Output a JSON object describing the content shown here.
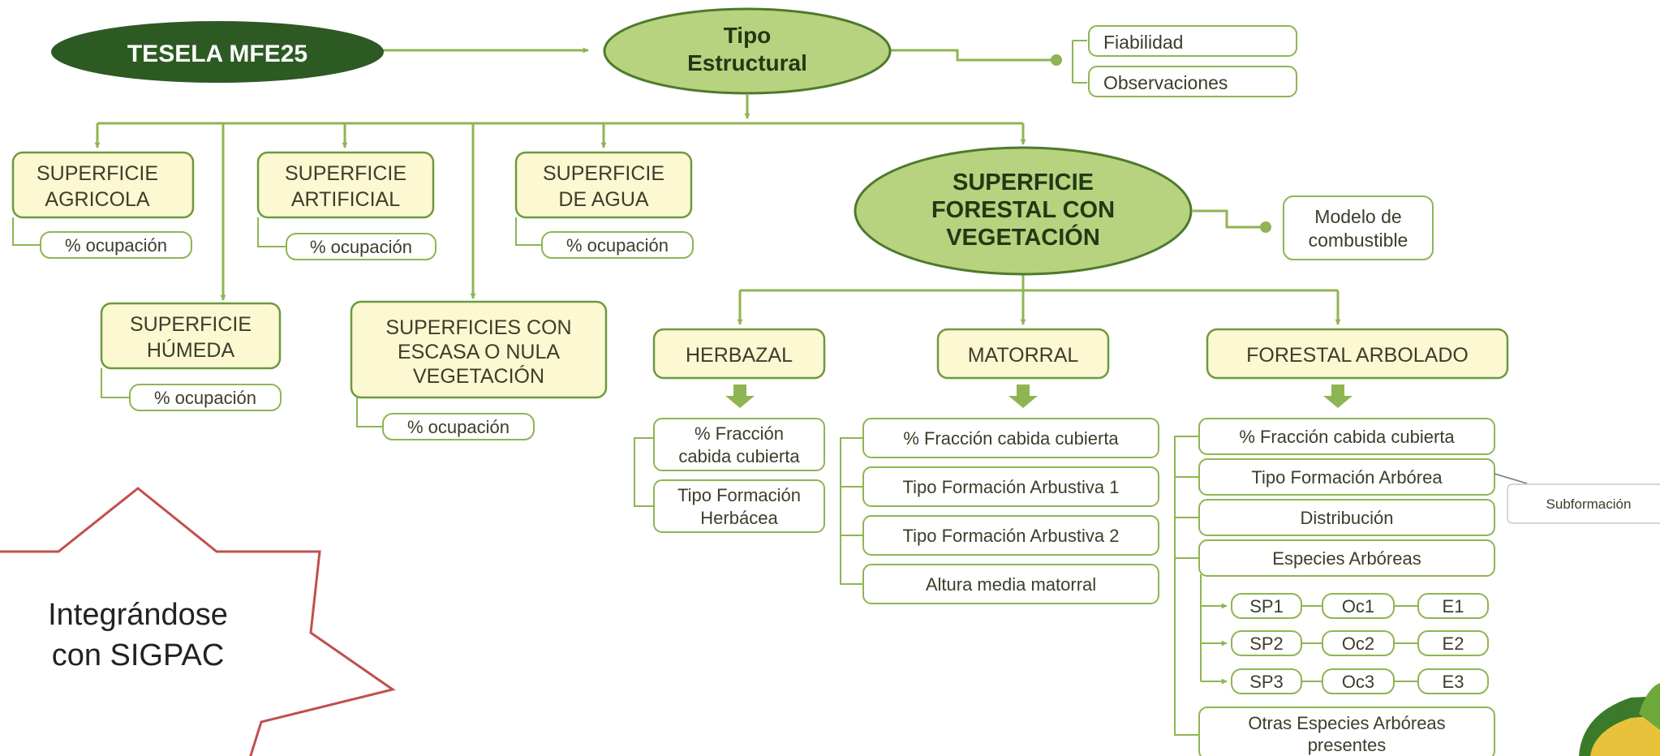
{
  "colors": {
    "line": "#8fb552",
    "box_fill": "#fbf8d2",
    "box_border": "#6c9a3e",
    "pill_fill": "#ffffff",
    "pill_border": "#8fb552",
    "text": "#3d3d2b",
    "dark_oval": "#2d5a23",
    "light_oval": "#b7d380",
    "oval_border": "#4e7a2c",
    "star_border": "#c0504d",
    "side_box_border": "#c9c9c9"
  },
  "root": {
    "label": "TESELA MFE25"
  },
  "tipo": {
    "line1": "Tipo",
    "line2": "Estructural"
  },
  "fiabilidad": "Fiabilidad",
  "observaciones": "Observaciones",
  "agricola": {
    "line1": "SUPERFICIE",
    "line2": "AGRICOLA",
    "pill": "% ocupación"
  },
  "artificial": {
    "line1": "SUPERFICIE",
    "line2": "ARTIFICIAL",
    "pill": "% ocupación"
  },
  "agua": {
    "line1": "SUPERFICIE",
    "line2": "DE AGUA",
    "pill": "% ocupación"
  },
  "humeda": {
    "line1": "SUPERFICIE",
    "line2": "HÚMEDA",
    "pill": "% ocupación"
  },
  "escasa": {
    "line1": "SUPERFICIES CON",
    "line2": "ESCASA O NULA",
    "line3": "VEGETACIÓN",
    "pill": "% ocupación"
  },
  "forestal": {
    "line1": "SUPERFICIE",
    "line2": "FORESTAL CON",
    "line3": "VEGETACIÓN"
  },
  "modelo": {
    "line1": "Modelo de",
    "line2": "combustible"
  },
  "herbazal": {
    "label": "HERBAZAL",
    "fcc": {
      "line1": "% Fracción",
      "line2": "cabida cubierta"
    },
    "tipo": {
      "line1": "Tipo Formación",
      "line2": "Herbácea"
    }
  },
  "matorral": {
    "label": "MATORRAL",
    "items": [
      "% Fracción cabida cubierta",
      "Tipo Formación Arbustiva 1",
      "Tipo Formación Arbustiva 2",
      "Altura media matorral"
    ]
  },
  "arbolado": {
    "label": "FORESTAL ARBOLADO",
    "items": [
      "% Fracción cabida cubierta",
      "Tipo Formación Arbórea",
      "Distribución",
      "Especies Arbóreas"
    ],
    "species": [
      {
        "sp": "SP1",
        "oc": "Oc1",
        "e": "E1"
      },
      {
        "sp": "SP2",
        "oc": "Oc2",
        "e": "E2"
      },
      {
        "sp": "SP3",
        "oc": "Oc3",
        "e": "E3"
      }
    ],
    "otras": {
      "line1": "Otras Especies Arbóreas",
      "line2": "presentes"
    }
  },
  "subformacion": "Subformación",
  "star": {
    "line1": "Integrándose",
    "line2": "con SIGPAC"
  }
}
